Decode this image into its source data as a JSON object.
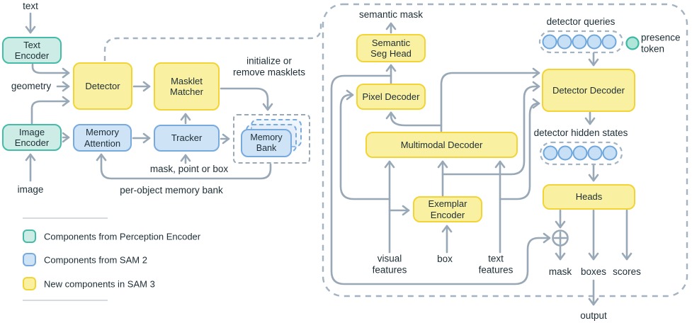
{
  "colors": {
    "line": "#98a8b6",
    "dashed": "#a3b3c2",
    "teal_fill": "#cdece5",
    "teal_border": "#45bca8",
    "blue_fill": "#cfe3f7",
    "blue_border": "#78aade",
    "yellow_fill": "#f9f0a2",
    "yellow_border": "#f2d437",
    "token_blue_fill": "#c8e0f6",
    "token_blue_border": "#6fa6dc",
    "presence_fill": "#b0e6d9",
    "presence_border": "#3bb9a2",
    "text": "#1d2e36"
  },
  "left": {
    "inputs": {
      "text": "text",
      "geometry": "geometry",
      "image": "image"
    },
    "boxes": {
      "text_encoder": "Text\nEncoder",
      "detector": "Detector",
      "image_encoder": "Image\nEncoder",
      "memory_attention": "Memory\nAttention",
      "masklet_matcher": "Masklet\nMatcher",
      "tracker": "Tracker",
      "memory_bank": "Memory\nBank"
    },
    "annotations": {
      "init_masklets": "initialize or\nremove masklets",
      "mask_point_box": "mask, point or box",
      "per_object": "per-object memory bank"
    }
  },
  "legend": {
    "items": [
      {
        "color": "teal",
        "label": "Components from Perception Encoder"
      },
      {
        "color": "blue",
        "label": "Components from SAM 2"
      },
      {
        "color": "yellow",
        "label": "New components in SAM 3"
      }
    ]
  },
  "right": {
    "boxes": {
      "semantic_seg_head": "Semantic\nSeg Head",
      "pixel_decoder": "Pixel Decoder",
      "multimodal_decoder": "Multimodal Decoder",
      "exemplar_encoder": "Exemplar\nEncoder",
      "detector_decoder": "Detector Decoder",
      "heads": "Heads"
    },
    "labels": {
      "semantic_mask": "semantic mask",
      "detector_queries": "detector queries",
      "presence_token": "presence\ntoken",
      "detector_hidden_states": "detector hidden states",
      "visual_features": "visual\nfeatures",
      "box": "box",
      "text_features": "text\nfeatures",
      "mask": "mask",
      "boxes": "boxes",
      "scores": "scores",
      "output": "output"
    }
  }
}
